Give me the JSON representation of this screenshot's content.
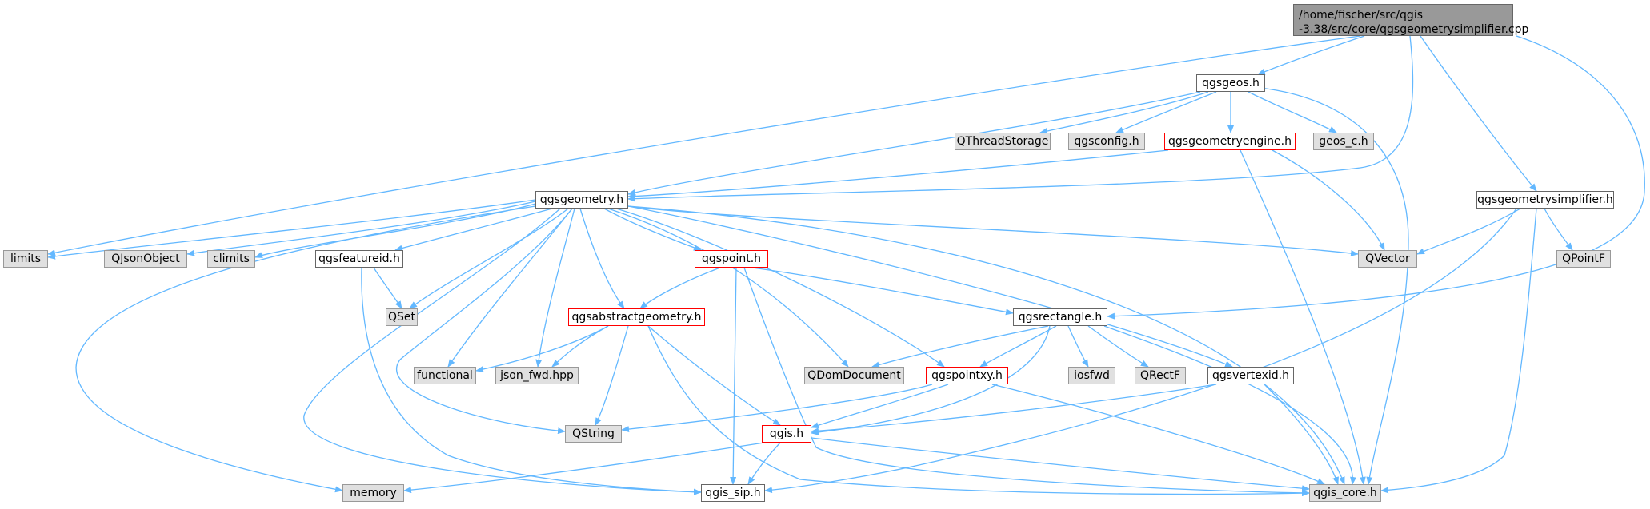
{
  "graph": {
    "colors": {
      "edge": "#63b8ff",
      "root_fill": "#999999",
      "system_fill": "#e0e0e0",
      "highlight_border": "#ff0000"
    },
    "root": {
      "line1": "/home/fischer/src/qgis",
      "line2": "-3.38/src/core/qgsgeometrysimplifier.cpp"
    },
    "nodes": {
      "qgsgeos_h": "qgsgeos.h",
      "qthreadstorage": "QThreadStorage",
      "qgsconfig_h": "qgsconfig.h",
      "qgsgeometryengine_h": "qgsgeometryengine.h",
      "geos_c_h": "geos_c.h",
      "qgsgeometry_h": "qgsgeometry.h",
      "qgsgeometrysimplifier_h": "qgsgeometrysimplifier.h",
      "limits": "limits",
      "qjsonobject": "QJsonObject",
      "climits": "climits",
      "qgsfeatureid_h": "qgsfeatureid.h",
      "qvector": "QVector",
      "qpointf": "QPointF",
      "qgspoint_h": "qgspoint.h",
      "qset": "QSet",
      "qgsabstractgeometry_h": "qgsabstractgeometry.h",
      "qgsrectangle_h": "qgsrectangle.h",
      "functional": "functional",
      "json_fwd_hpp": "json_fwd.hpp",
      "qdomdocument": "QDomDocument",
      "qgspointxy_h": "qgspointxy.h",
      "iosfwd": "iosfwd",
      "qrectf": "QRectF",
      "qgsvertexid_h": "qgsvertexid.h",
      "qstring": "QString",
      "qgis_h": "qgis.h",
      "memory": "memory",
      "qgis_sip_h": "qgis_sip.h",
      "qgis_core_h": "qgis_core.h"
    }
  }
}
